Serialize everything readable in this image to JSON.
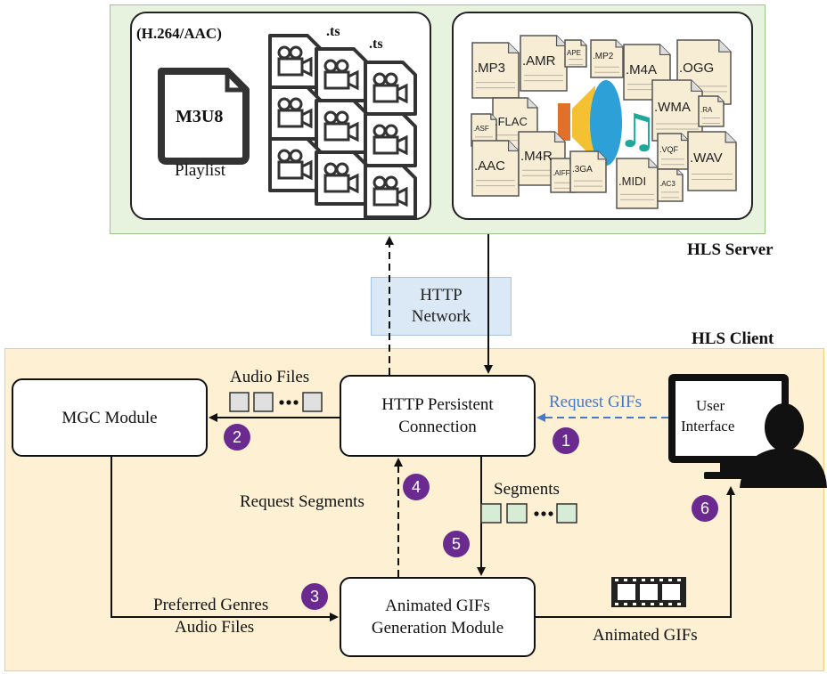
{
  "server": {
    "title": "HLS Server",
    "codec_label": "(H.264/AAC)",
    "playlist_file": "M3U8",
    "playlist_caption": "Playlist",
    "segment_ext": ".ts",
    "audio_formats": [
      ".MP3",
      ".AMR",
      "APE",
      ".MP2",
      ".M4A",
      ".OGG",
      ".FLAC",
      ".ASF",
      ".WMA",
      ".RA",
      ".AAC",
      ".M4R",
      ".AIFF",
      ".3GA",
      ".MIDI",
      ".VQF",
      ".AC3",
      ".WAV"
    ]
  },
  "network": {
    "line1": "HTTP",
    "line2": "Network"
  },
  "client": {
    "title": "HLS Client",
    "mgc_module": "MGC Module",
    "http_conn_line1": "HTTP Persistent",
    "http_conn_line2": "Connection",
    "gif_module_line1": "Animated GIFs",
    "gif_module_line2": "Generation Module",
    "ui_line1": "User",
    "ui_line2": "Interface"
  },
  "edges": {
    "audio_files": "Audio Files",
    "request_gifs": "Request GIFs",
    "request_segments": "Request Segments",
    "segments": "Segments",
    "preferred_line1": "Preferred Genres",
    "preferred_line2": "Audio Files",
    "animated_gifs": "Animated GIFs"
  },
  "steps": [
    "1",
    "2",
    "3",
    "4",
    "5",
    "6"
  ],
  "colors": {
    "server_bg": "#e8f3df",
    "client_bg": "#fdf0d3",
    "network_bg": "#dbe8f5",
    "badge": "#6a2a8f",
    "request_gifs": "#4a78c8"
  }
}
